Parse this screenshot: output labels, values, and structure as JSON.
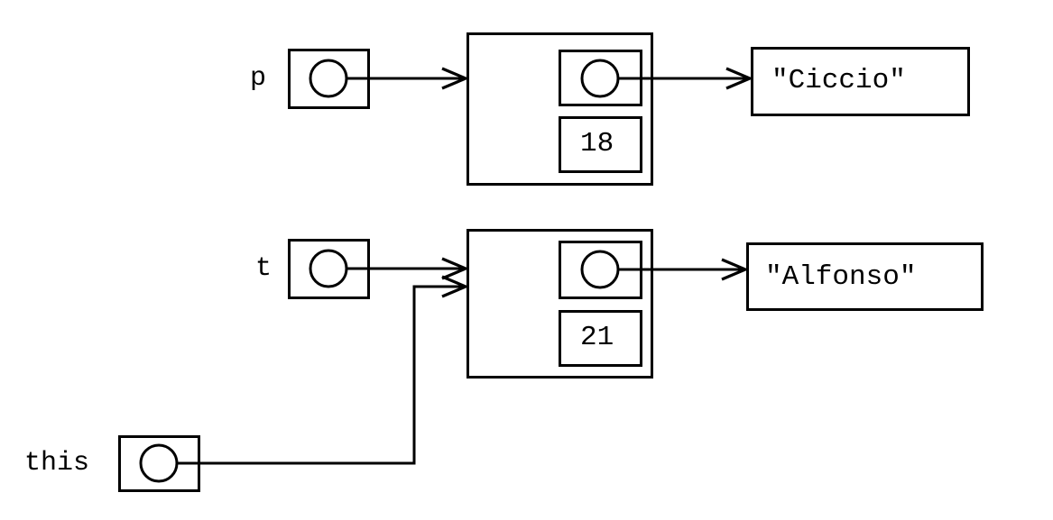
{
  "diagram": {
    "title": "object-reference-diagram",
    "colors": {
      "stroke": "#000000",
      "background": "#ffffff"
    },
    "variables": [
      {
        "id": "p",
        "label": "p",
        "kind": "reference-cell",
        "points_to": "object-ciccio"
      },
      {
        "id": "t",
        "label": "t",
        "kind": "reference-cell",
        "points_to": "object-alfonso"
      },
      {
        "id": "this",
        "label": "this",
        "kind": "reference-cell",
        "points_to": "object-alfonso"
      }
    ],
    "objects": [
      {
        "id": "object-ciccio",
        "fields": [
          {
            "kind": "reference",
            "value": "",
            "points_to": "string-ciccio"
          },
          {
            "kind": "number",
            "value": "18"
          }
        ]
      },
      {
        "id": "object-alfonso",
        "fields": [
          {
            "kind": "reference",
            "value": "",
            "points_to": "string-alfonso"
          },
          {
            "kind": "number",
            "value": "21"
          }
        ]
      }
    ],
    "strings": [
      {
        "id": "string-ciccio",
        "value": "\"Ciccio\""
      },
      {
        "id": "string-alfonso",
        "value": "\"Alfonso\""
      }
    ]
  }
}
